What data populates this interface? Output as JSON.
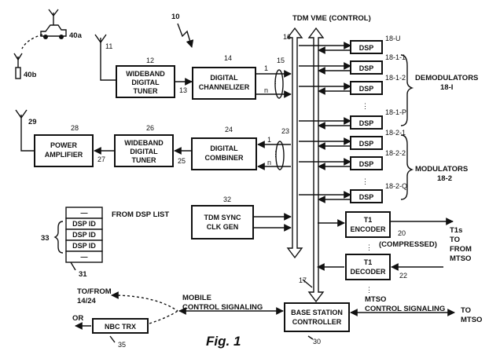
{
  "bus": {
    "tdm_vme_label": "TDM VME (CONTROL)",
    "ref_16": "16",
    "ref_17": "17"
  },
  "antennas": {
    "vehicle_ref": "40a",
    "handset_ref": "40b",
    "rx_ref": "11",
    "tx_ref": "29"
  },
  "top_ref": "10",
  "blocks": {
    "rx_tuner": {
      "lines": [
        "WIDEBAND",
        "DIGITAL",
        "TUNER"
      ],
      "ref": "12",
      "out_ref": "13"
    },
    "channelizer": {
      "lines": [
        "DIGITAL",
        "CHANNELIZER"
      ],
      "ref": "14",
      "bundle_ref": "15",
      "port_1": "1",
      "port_n": "n"
    },
    "power_amp": {
      "lines": [
        "POWER",
        "AMPLIFIER"
      ],
      "ref": "28",
      "link_ref": "27"
    },
    "tx_tuner": {
      "lines": [
        "WIDEBAND",
        "DIGITAL",
        "TUNER"
      ],
      "ref": "26",
      "link_ref": "25"
    },
    "combiner": {
      "lines": [
        "DIGITAL",
        "COMBINER"
      ],
      "ref": "24",
      "bundle_ref": "23",
      "port_1": "1",
      "port_n": "n"
    },
    "tdm_sync": {
      "lines": [
        "TDM SYNC",
        "CLK GEN"
      ],
      "ref": "32"
    },
    "t1_encoder": {
      "lines": [
        "T1",
        "ENCODER"
      ],
      "ref": "20"
    },
    "t1_decoder": {
      "lines": [
        "T1",
        "DECODER"
      ],
      "ref": "22"
    },
    "bsc": {
      "lines": [
        "BASE STATION",
        "CONTROLLER"
      ],
      "ref": "30"
    },
    "nbc_trx": {
      "label": "NBC TRX",
      "ref": "35"
    }
  },
  "dsp": {
    "label": "DSP",
    "demod_refs": [
      "18-U",
      "18-1-1",
      "18-1-2",
      "18-1-P"
    ],
    "mod_refs": [
      "18-2-1",
      "18-2-2",
      "18-2-Q"
    ],
    "demod_group": [
      "DEMODULATORS",
      "18-I"
    ],
    "mod_group": [
      "MODULATORS",
      "18-2"
    ]
  },
  "dsp_list": {
    "title": "FROM DSP LIST",
    "rows": [
      "—",
      "DSP ID",
      "DSP ID",
      "DSP ID",
      "—"
    ],
    "ref": "31",
    "brace_ref": "33"
  },
  "labels": {
    "compressed": "(COMPRESSED)",
    "t1s": [
      "T1s",
      "TO",
      "FROM",
      "MTSO"
    ],
    "mtso_signaling": [
      "MTSO",
      "CONTROL SIGNALING"
    ],
    "to_mtso": [
      "TO",
      "MTSO"
    ],
    "mobile_signaling": [
      "MOBILE",
      "CONTROL SIGNALING"
    ],
    "to_from": [
      "TO/FROM",
      "14/24"
    ],
    "or": "OR",
    "figure": "Fig. 1"
  }
}
